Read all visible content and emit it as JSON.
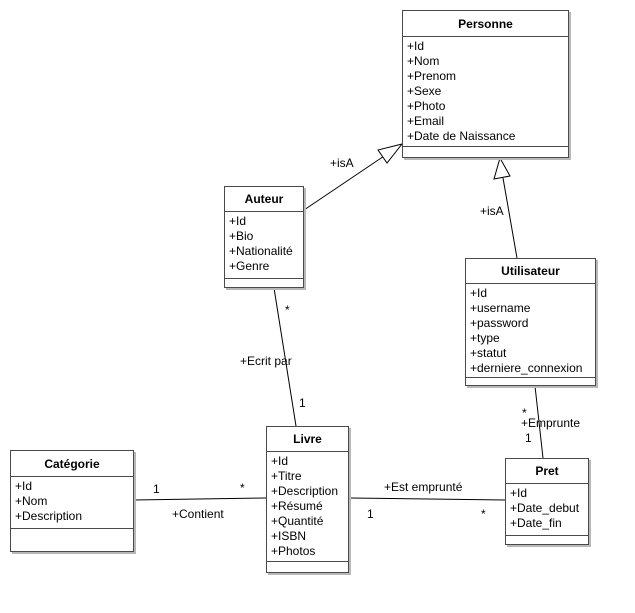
{
  "classes": {
    "personne": {
      "name": "Personne",
      "attributes": [
        "+Id",
        "+Nom",
        "+Prenom",
        "+Sexe",
        "+Photo",
        "+Email",
        "+Date de Naissance"
      ]
    },
    "auteur": {
      "name": "Auteur",
      "attributes": [
        "+Id",
        "+Bio",
        "+Nationalité",
        "+Genre"
      ]
    },
    "utilisateur": {
      "name": "Utilisateur",
      "attributes": [
        "+Id",
        "+username",
        "+password",
        "+type",
        "+statut",
        "+derniere_connexion"
      ]
    },
    "categorie": {
      "name": "Catégorie",
      "attributes": [
        "+Id",
        "+Nom",
        "+Description"
      ]
    },
    "livre": {
      "name": "Livre",
      "attributes": [
        "+Id",
        "+Titre",
        "+Description",
        "+Résumé",
        "+Quantité",
        "+ISBN",
        "+Photos"
      ]
    },
    "pret": {
      "name": "Pret",
      "attributes": [
        "+Id",
        "+Date_debut",
        "+Date_fin"
      ]
    }
  },
  "relations": {
    "auteur_isa": {
      "label": "+isA"
    },
    "utilisateur_isa": {
      "label": "+isA"
    },
    "ecrit_par": {
      "label": "+Ecrit par",
      "mult_auteur": "*",
      "mult_livre": "1"
    },
    "emprunte": {
      "label": "+Emprunte",
      "mult_utilisateur": "*",
      "mult_pret": "1"
    },
    "contient": {
      "label": "+Contient",
      "mult_categorie": "1",
      "mult_livre": "*"
    },
    "est_emprunte": {
      "label": "+Est emprunté",
      "mult_livre": "1",
      "mult_pret": "*"
    }
  }
}
